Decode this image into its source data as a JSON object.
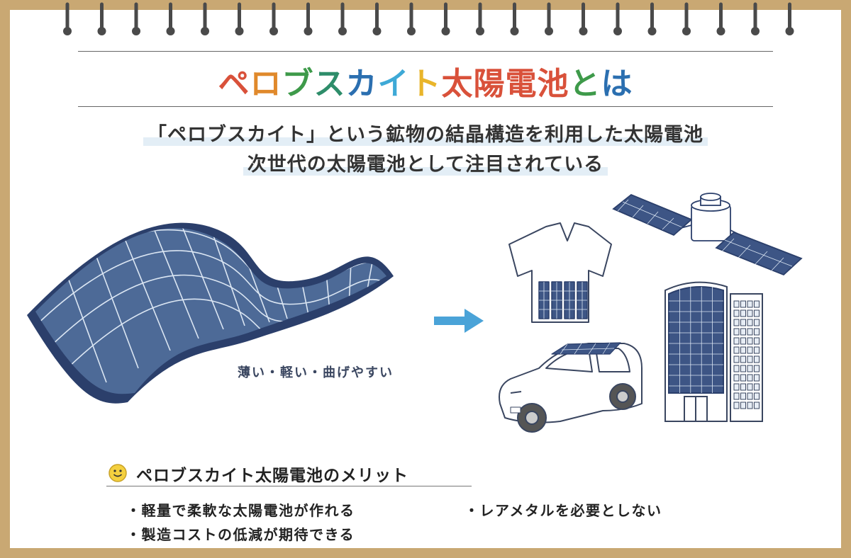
{
  "title": {
    "chars": [
      {
        "c": "ペ",
        "color": "#d9513a"
      },
      {
        "c": "ロ",
        "color": "#e0892b"
      },
      {
        "c": "ブ",
        "color": "#3e9a4a"
      },
      {
        "c": "ス",
        "color": "#2e8d6a"
      },
      {
        "c": "カ",
        "color": "#2b6fb0"
      },
      {
        "c": "イ",
        "color": "#3ea9d6"
      },
      {
        "c": "ト",
        "color": "#e9b52a"
      },
      {
        "c": "太",
        "color": "#d9513a"
      },
      {
        "c": "陽",
        "color": "#d9513a"
      },
      {
        "c": "電",
        "color": "#d9513a"
      },
      {
        "c": "池",
        "color": "#d9513a"
      },
      {
        "c": "と",
        "color": "#3e9a4a"
      },
      {
        "c": "は",
        "color": "#2b6fb0"
      }
    ]
  },
  "lead": {
    "line1": "「ペロブスカイト」という鉱物の結晶構造を利用した太陽電池",
    "line2": "次世代の太陽電池として注目されている"
  },
  "caption": "薄い・軽い・曲げやすい",
  "merits": {
    "heading": "ペロブスカイト太陽電池のメリット",
    "items": [
      "・軽量で柔軟な太陽電池が作れる",
      "・製造コストの低減が期待できる",
      "・レアメタルを必要としない"
    ]
  },
  "colors": {
    "panel_dark": "#2b3f6b",
    "panel_cell": "#4d6a97",
    "arrow": "#4aa3d8",
    "frame": "#c9a873",
    "highlight": "#e3eef6"
  }
}
